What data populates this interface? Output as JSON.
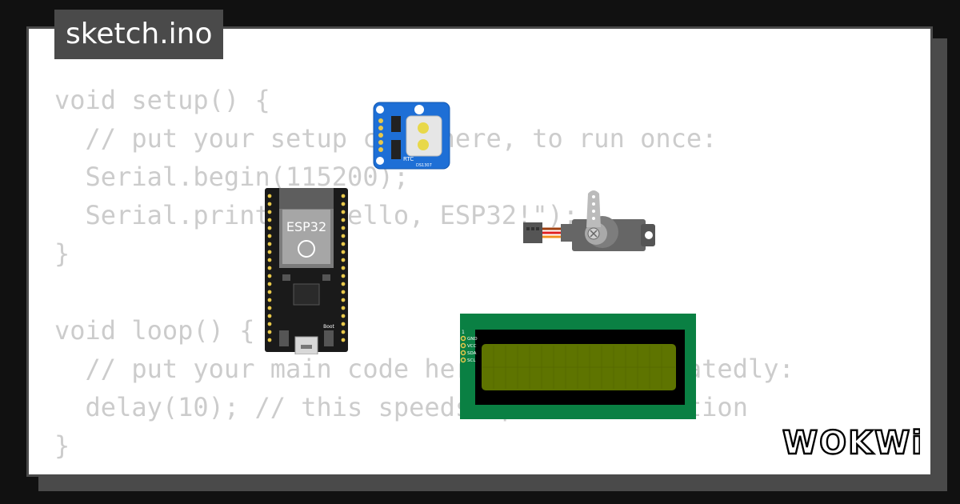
{
  "file_tab": {
    "name": "sketch.ino"
  },
  "code_lines": [
    "void setup() {",
    "  // put your setup code here, to run once:",
    "  Serial.begin(115200);",
    "  Serial.println(\"Hello, ESP32!\");",
    "}",
    "",
    "void loop() {",
    "  // put your main code here, to run repeatedly:",
    "  delay(10); // this speeds up the simulation",
    "}"
  ],
  "parts": {
    "esp32": {
      "label": "ESP32",
      "boot_label": "Boot"
    },
    "rtc": {
      "label": "RTC",
      "chip": "DS1307"
    },
    "lcd": {
      "pins": [
        "GND",
        "VCC",
        "SDA",
        "SCL"
      ],
      "pin_one": "1"
    },
    "servo": {}
  },
  "logo": {
    "text": "WOKWi"
  },
  "colors": {
    "background": "#111111",
    "frame": "#4a4a4a",
    "code_text": "#cccccc",
    "esp32_board": "#1a1a1a",
    "esp32_module": "#999999",
    "rtc_board": "#1e6fd6",
    "lcd_board": "#0a8043",
    "lcd_screen": "#5e7400",
    "servo_body": "#666666"
  }
}
